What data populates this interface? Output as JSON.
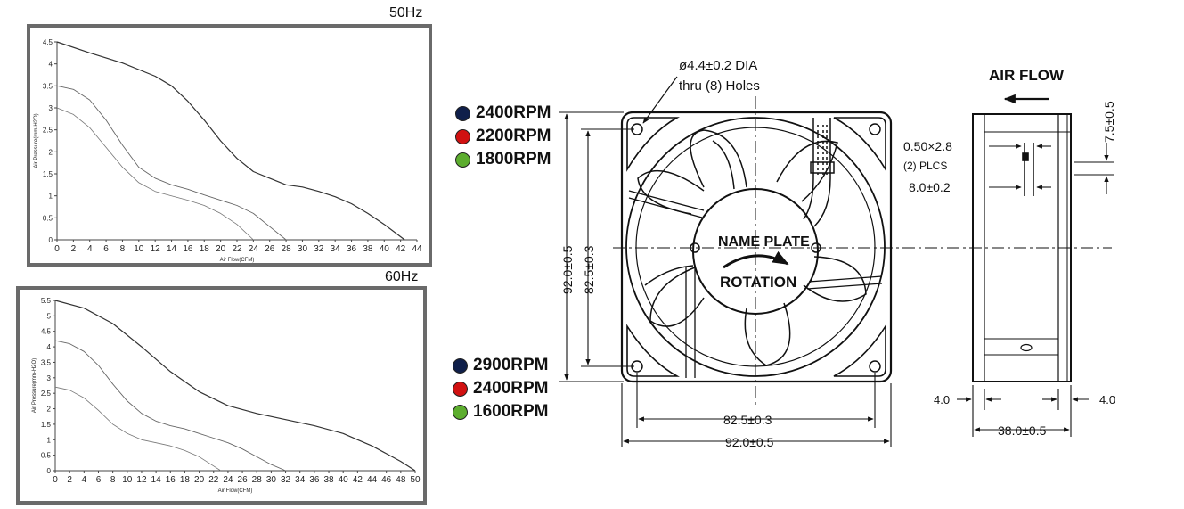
{
  "chart_data": [
    {
      "type": "line",
      "title": "50Hz",
      "xlabel": "Air Flow(CFM)",
      "ylabel": "Air Pressure(mm-H2O)",
      "xlim": [
        0,
        44
      ],
      "ylim": [
        0,
        4.5
      ],
      "xticks": [
        0,
        2,
        4,
        6,
        8,
        10,
        12,
        14,
        16,
        18,
        20,
        22,
        24,
        26,
        28,
        30,
        32,
        34,
        36,
        38,
        40,
        42,
        44
      ],
      "yticks": [
        0,
        0.5,
        1,
        1.5,
        2,
        2.5,
        3,
        3.5,
        4,
        4.5
      ],
      "grid": false,
      "series": [
        {
          "x": [
            0,
            4,
            8,
            12,
            14,
            16,
            18,
            20,
            22,
            24,
            26,
            28,
            30,
            32,
            34,
            36,
            38,
            40,
            42.5
          ],
          "y": [
            4.5,
            4.25,
            4.02,
            3.72,
            3.5,
            3.15,
            2.72,
            2.25,
            1.85,
            1.55,
            1.4,
            1.25,
            1.2,
            1.1,
            0.98,
            0.82,
            0.6,
            0.35,
            0
          ]
        },
        {
          "x": [
            0,
            2,
            4,
            6,
            8,
            10,
            12,
            14,
            16,
            18,
            20,
            22,
            24,
            26,
            28
          ],
          "y": [
            3.5,
            3.42,
            3.18,
            2.72,
            2.15,
            1.65,
            1.4,
            1.25,
            1.15,
            1.02,
            0.9,
            0.78,
            0.6,
            0.3,
            0
          ]
        },
        {
          "x": [
            0,
            2,
            4,
            6,
            8,
            10,
            12,
            14,
            16,
            18,
            20,
            22,
            24
          ],
          "y": [
            3.0,
            2.85,
            2.55,
            2.1,
            1.65,
            1.3,
            1.1,
            1.0,
            0.9,
            0.78,
            0.6,
            0.35,
            0
          ]
        }
      ]
    },
    {
      "type": "line",
      "title": "60Hz",
      "xlabel": "Air Flow(CFM)",
      "ylabel": "Air Pressure(mm-H2O)",
      "xlim": [
        0,
        50
      ],
      "ylim": [
        0,
        5.5
      ],
      "xticks": [
        0,
        2,
        4,
        6,
        8,
        10,
        12,
        14,
        16,
        18,
        20,
        22,
        24,
        26,
        28,
        30,
        32,
        34,
        36,
        38,
        40,
        42,
        44,
        46,
        48,
        50
      ],
      "yticks": [
        0,
        0.5,
        1,
        1.5,
        2,
        2.5,
        3,
        3.5,
        4,
        4.5,
        5,
        5.5
      ],
      "grid": false,
      "series": [
        {
          "x": [
            0,
            4,
            8,
            12,
            16,
            20,
            24,
            28,
            32,
            36,
            40,
            42,
            44,
            46,
            48,
            50
          ],
          "y": [
            5.5,
            5.25,
            4.75,
            4.0,
            3.2,
            2.55,
            2.1,
            1.85,
            1.65,
            1.45,
            1.2,
            1.0,
            0.8,
            0.55,
            0.3,
            0
          ]
        },
        {
          "x": [
            0,
            2,
            4,
            6,
            8,
            10,
            12,
            14,
            16,
            18,
            20,
            22,
            24,
            26,
            28,
            30,
            32
          ],
          "y": [
            4.2,
            4.1,
            3.85,
            3.4,
            2.8,
            2.25,
            1.85,
            1.6,
            1.45,
            1.35,
            1.2,
            1.05,
            0.9,
            0.7,
            0.45,
            0.2,
            0
          ]
        },
        {
          "x": [
            0,
            2,
            4,
            6,
            8,
            10,
            12,
            14,
            16,
            18,
            20,
            22,
            23
          ],
          "y": [
            2.7,
            2.6,
            2.35,
            1.95,
            1.5,
            1.2,
            1.0,
            0.9,
            0.8,
            0.65,
            0.45,
            0.15,
            0
          ]
        }
      ]
    }
  ],
  "legend_50hz": [
    {
      "label": "2400RPM",
      "color": "#0f1f4a"
    },
    {
      "label": "2200RPM",
      "color": "#d11111"
    },
    {
      "label": "1800RPM",
      "color": "#5cad2e"
    }
  ],
  "legend_60hz": [
    {
      "label": "2900RPM",
      "color": "#0f1f4a"
    },
    {
      "label": "2400RPM",
      "color": "#d11111"
    },
    {
      "label": "1600RPM",
      "color": "#5cad2e"
    }
  ],
  "drawing": {
    "hole_note_line1": "ø4.4±0.2 DIA",
    "hole_note_line2": "thru (8) Holes",
    "name_plate": "NAME PLATE",
    "rotation": "ROTATION",
    "dim_outer_v": "92.0±0.5",
    "dim_inner_v": "82.5±0.3",
    "dim_inner_h": "82.5±0.3",
    "dim_outer_h": "92.0±0.5",
    "air_flow": "AIR FLOW",
    "dim_7_5": "7.5±0.5",
    "dim_terminal": "0.50×2.8",
    "plcs": "(2) PLCS",
    "dim_8_0": "8.0±0.2",
    "dim_4_left": "4.0",
    "dim_4_right": "4.0",
    "dim_depth": "38.0±0.5"
  }
}
